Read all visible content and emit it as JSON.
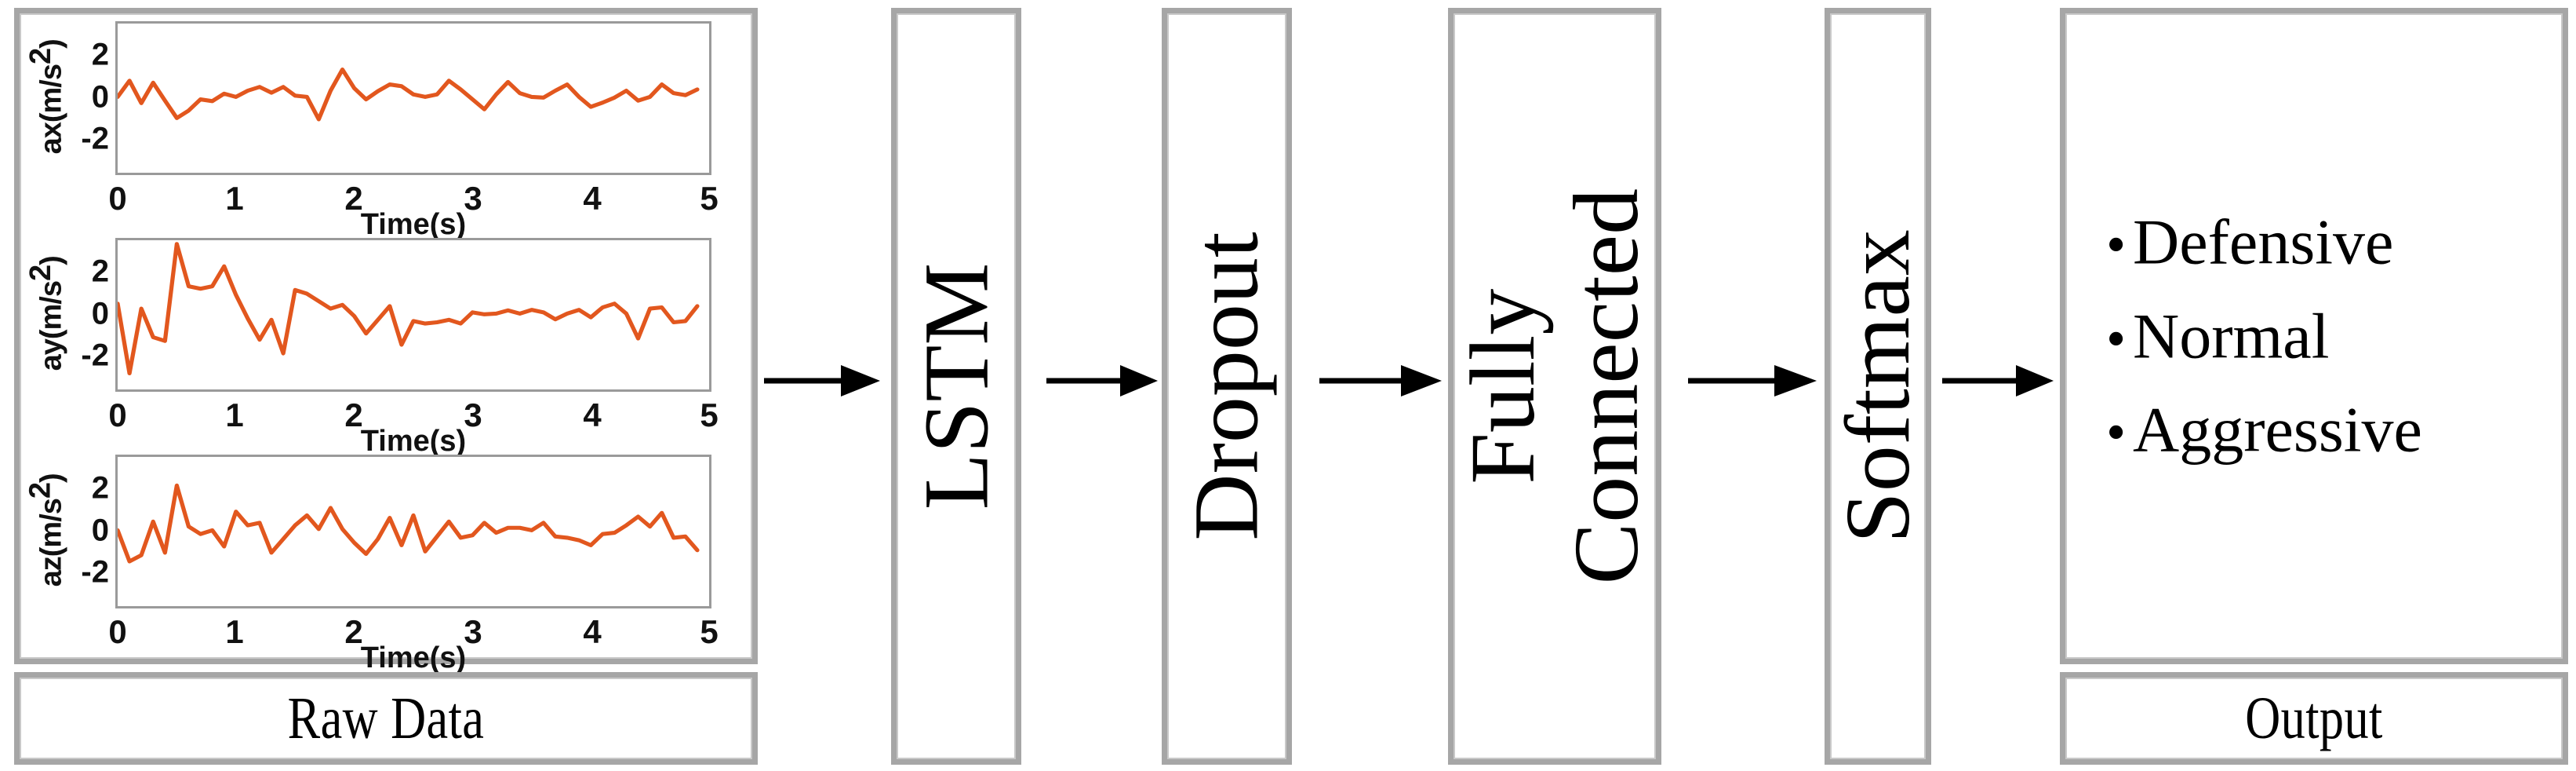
{
  "diagram": {
    "title": "LSTM driving-style classification pipeline",
    "accent_color": "#E2571E",
    "border_color": "#A6A6A6"
  },
  "raw_data": {
    "caption": "Raw Data",
    "subplots": [
      {
        "id": "ax",
        "ylabel_base": "ax(m/s",
        "ylabel_sup": "2",
        "ylabel_close": ")",
        "ylabel_full": "ax(m/s2)",
        "xlabel": "Time(s)",
        "yticks": [
          "2",
          "0",
          "-2"
        ],
        "xticks": [
          "0",
          "1",
          "2",
          "3",
          "4",
          "5"
        ]
      },
      {
        "id": "ay",
        "ylabel_base": "ay(m/s",
        "ylabel_sup": "2",
        "ylabel_close": ")",
        "ylabel_full": "ay(m/s2)",
        "xlabel": "Time(s)",
        "yticks": [
          "2",
          "0",
          "-2"
        ],
        "xticks": [
          "0",
          "1",
          "2",
          "3",
          "4",
          "5"
        ]
      },
      {
        "id": "az",
        "ylabel_base": "az(m/s",
        "ylabel_sup": "2",
        "ylabel_close": ")",
        "ylabel_full": "az(m/s2)",
        "xlabel": "Time(s)",
        "yticks": [
          "2",
          "0",
          "-2"
        ],
        "xticks": [
          "0",
          "1",
          "2",
          "3",
          "4",
          "5"
        ]
      }
    ]
  },
  "layers": {
    "lstm": "LSTM",
    "dropout": "Dropout",
    "fully_connected_line1": "Fully",
    "fully_connected_line2": "Connected",
    "softmax": "Softmax"
  },
  "output": {
    "caption": "Output",
    "classes": [
      "Defensive",
      "Normal",
      "Aggressive"
    ],
    "bullet": "•"
  },
  "chart_data": [
    {
      "type": "line",
      "id": "ax",
      "title": "",
      "xlabel": "Time(s)",
      "ylabel": "ax(m/s2)",
      "xlim": [
        0,
        5
      ],
      "ylim": [
        -3,
        3
      ],
      "xticks": [
        0,
        1,
        2,
        3,
        4,
        5
      ],
      "yticks": [
        -2,
        0,
        2
      ],
      "grid": false,
      "legend": "none",
      "color": "#E2571E",
      "x": [
        0,
        0.1,
        0.2,
        0.3,
        0.4,
        0.5,
        0.6,
        0.7,
        0.8,
        0.9,
        1.0,
        1.1,
        1.2,
        1.3,
        1.4,
        1.5,
        1.6,
        1.7,
        1.8,
        1.9,
        2.0,
        2.1,
        2.2,
        2.3,
        2.4,
        2.5,
        2.6,
        2.7,
        2.8,
        2.9,
        3.0,
        3.1,
        3.2,
        3.3,
        3.4,
        3.5,
        3.6,
        3.7,
        3.8,
        3.9,
        4.0,
        4.1,
        4.2,
        4.3,
        4.4,
        4.5,
        4.6,
        4.7,
        4.8,
        4.9
      ],
      "y": [
        0.05,
        0.7,
        -0.2,
        0.62,
        -0.1,
        -0.8,
        -0.5,
        -0.05,
        -0.12,
        0.18,
        0.05,
        0.3,
        0.45,
        0.22,
        0.45,
        0.1,
        0.05,
        -0.85,
        0.3,
        1.15,
        0.4,
        -0.05,
        0.28,
        0.55,
        0.48,
        0.15,
        0.05,
        0.15,
        0.7,
        0.35,
        -0.05,
        -0.45,
        0.15,
        0.65,
        0.2,
        0.05,
        0.02,
        0.3,
        0.55,
        0.05,
        -0.35,
        -0.18,
        0.02,
        0.3,
        -0.1,
        0.05,
        0.55,
        0.2,
        0.12,
        0.35
      ]
    },
    {
      "type": "line",
      "id": "ay",
      "title": "",
      "xlabel": "Time(s)",
      "ylabel": "ay(m/s2)",
      "xlim": [
        0,
        5
      ],
      "ylim": [
        -3,
        3
      ],
      "xticks": [
        0,
        1,
        2,
        3,
        4,
        5
      ],
      "yticks": [
        -2,
        0,
        2
      ],
      "grid": false,
      "legend": "none",
      "color": "#E2571E",
      "x": [
        0,
        0.1,
        0.2,
        0.3,
        0.4,
        0.5,
        0.6,
        0.7,
        0.8,
        0.9,
        1.0,
        1.1,
        1.2,
        1.3,
        1.4,
        1.5,
        1.6,
        1.7,
        1.8,
        1.9,
        2.0,
        2.1,
        2.2,
        2.3,
        2.4,
        2.5,
        2.6,
        2.7,
        2.8,
        2.9,
        3.0,
        3.1,
        3.2,
        3.3,
        3.4,
        3.5,
        3.6,
        3.7,
        3.8,
        3.9,
        4.0,
        4.1,
        4.2,
        4.3,
        4.4,
        4.5,
        4.6,
        4.7,
        4.8,
        4.9
      ],
      "y": [
        0.45,
        -2.35,
        0.25,
        -0.9,
        -1.05,
        2.85,
        1.15,
        1.05,
        1.15,
        1.95,
        0.8,
        -0.15,
        -1.0,
        -0.2,
        -1.55,
        1.0,
        0.85,
        0.55,
        0.25,
        0.4,
        -0.05,
        -0.75,
        -0.2,
        0.35,
        -1.2,
        -0.25,
        -0.35,
        -0.3,
        -0.2,
        -0.35,
        0.1,
        0.02,
        0.05,
        0.18,
        0.05,
        0.2,
        0.1,
        -0.18,
        0.05,
        0.2,
        -0.1,
        0.3,
        0.45,
        0.05,
        -0.95,
        0.25,
        0.3,
        -0.3,
        -0.25,
        0.35
      ]
    },
    {
      "type": "line",
      "id": "az",
      "title": "",
      "xlabel": "Time(s)",
      "ylabel": "az(m/s2)",
      "xlim": [
        0,
        5
      ],
      "ylim": [
        -3,
        3
      ],
      "xticks": [
        0,
        1,
        2,
        3,
        4,
        5
      ],
      "yticks": [
        -2,
        0,
        2
      ],
      "grid": false,
      "legend": "none",
      "color": "#E2571E",
      "x": [
        0,
        0.1,
        0.2,
        0.3,
        0.4,
        0.5,
        0.6,
        0.7,
        0.8,
        0.9,
        1.0,
        1.1,
        1.2,
        1.3,
        1.4,
        1.5,
        1.6,
        1.7,
        1.8,
        1.9,
        2.0,
        2.1,
        2.2,
        2.3,
        2.4,
        2.5,
        2.6,
        2.7,
        2.8,
        2.9,
        3.0,
        3.1,
        3.2,
        3.3,
        3.4,
        3.5,
        3.6,
        3.7,
        3.8,
        3.9,
        4.0,
        4.1,
        4.2,
        4.3,
        4.4,
        4.5,
        4.6,
        4.7,
        4.8,
        4.9
      ],
      "y": [
        0.05,
        -1.2,
        -0.95,
        0.4,
        -0.85,
        1.85,
        0.2,
        -0.1,
        0.05,
        -0.6,
        0.8,
        0.25,
        0.35,
        -0.85,
        -0.3,
        0.25,
        0.65,
        0.1,
        0.95,
        0.1,
        -0.45,
        -0.9,
        -0.3,
        0.55,
        -0.55,
        0.65,
        -0.8,
        -0.2,
        0.4,
        -0.25,
        -0.15,
        0.35,
        -0.05,
        0.15,
        0.15,
        0.05,
        0.35,
        -0.2,
        -0.25,
        -0.35,
        -0.55,
        -0.1,
        -0.05,
        0.25,
        0.6,
        0.2,
        0.75,
        -0.25,
        -0.2,
        -0.75
      ]
    }
  ]
}
